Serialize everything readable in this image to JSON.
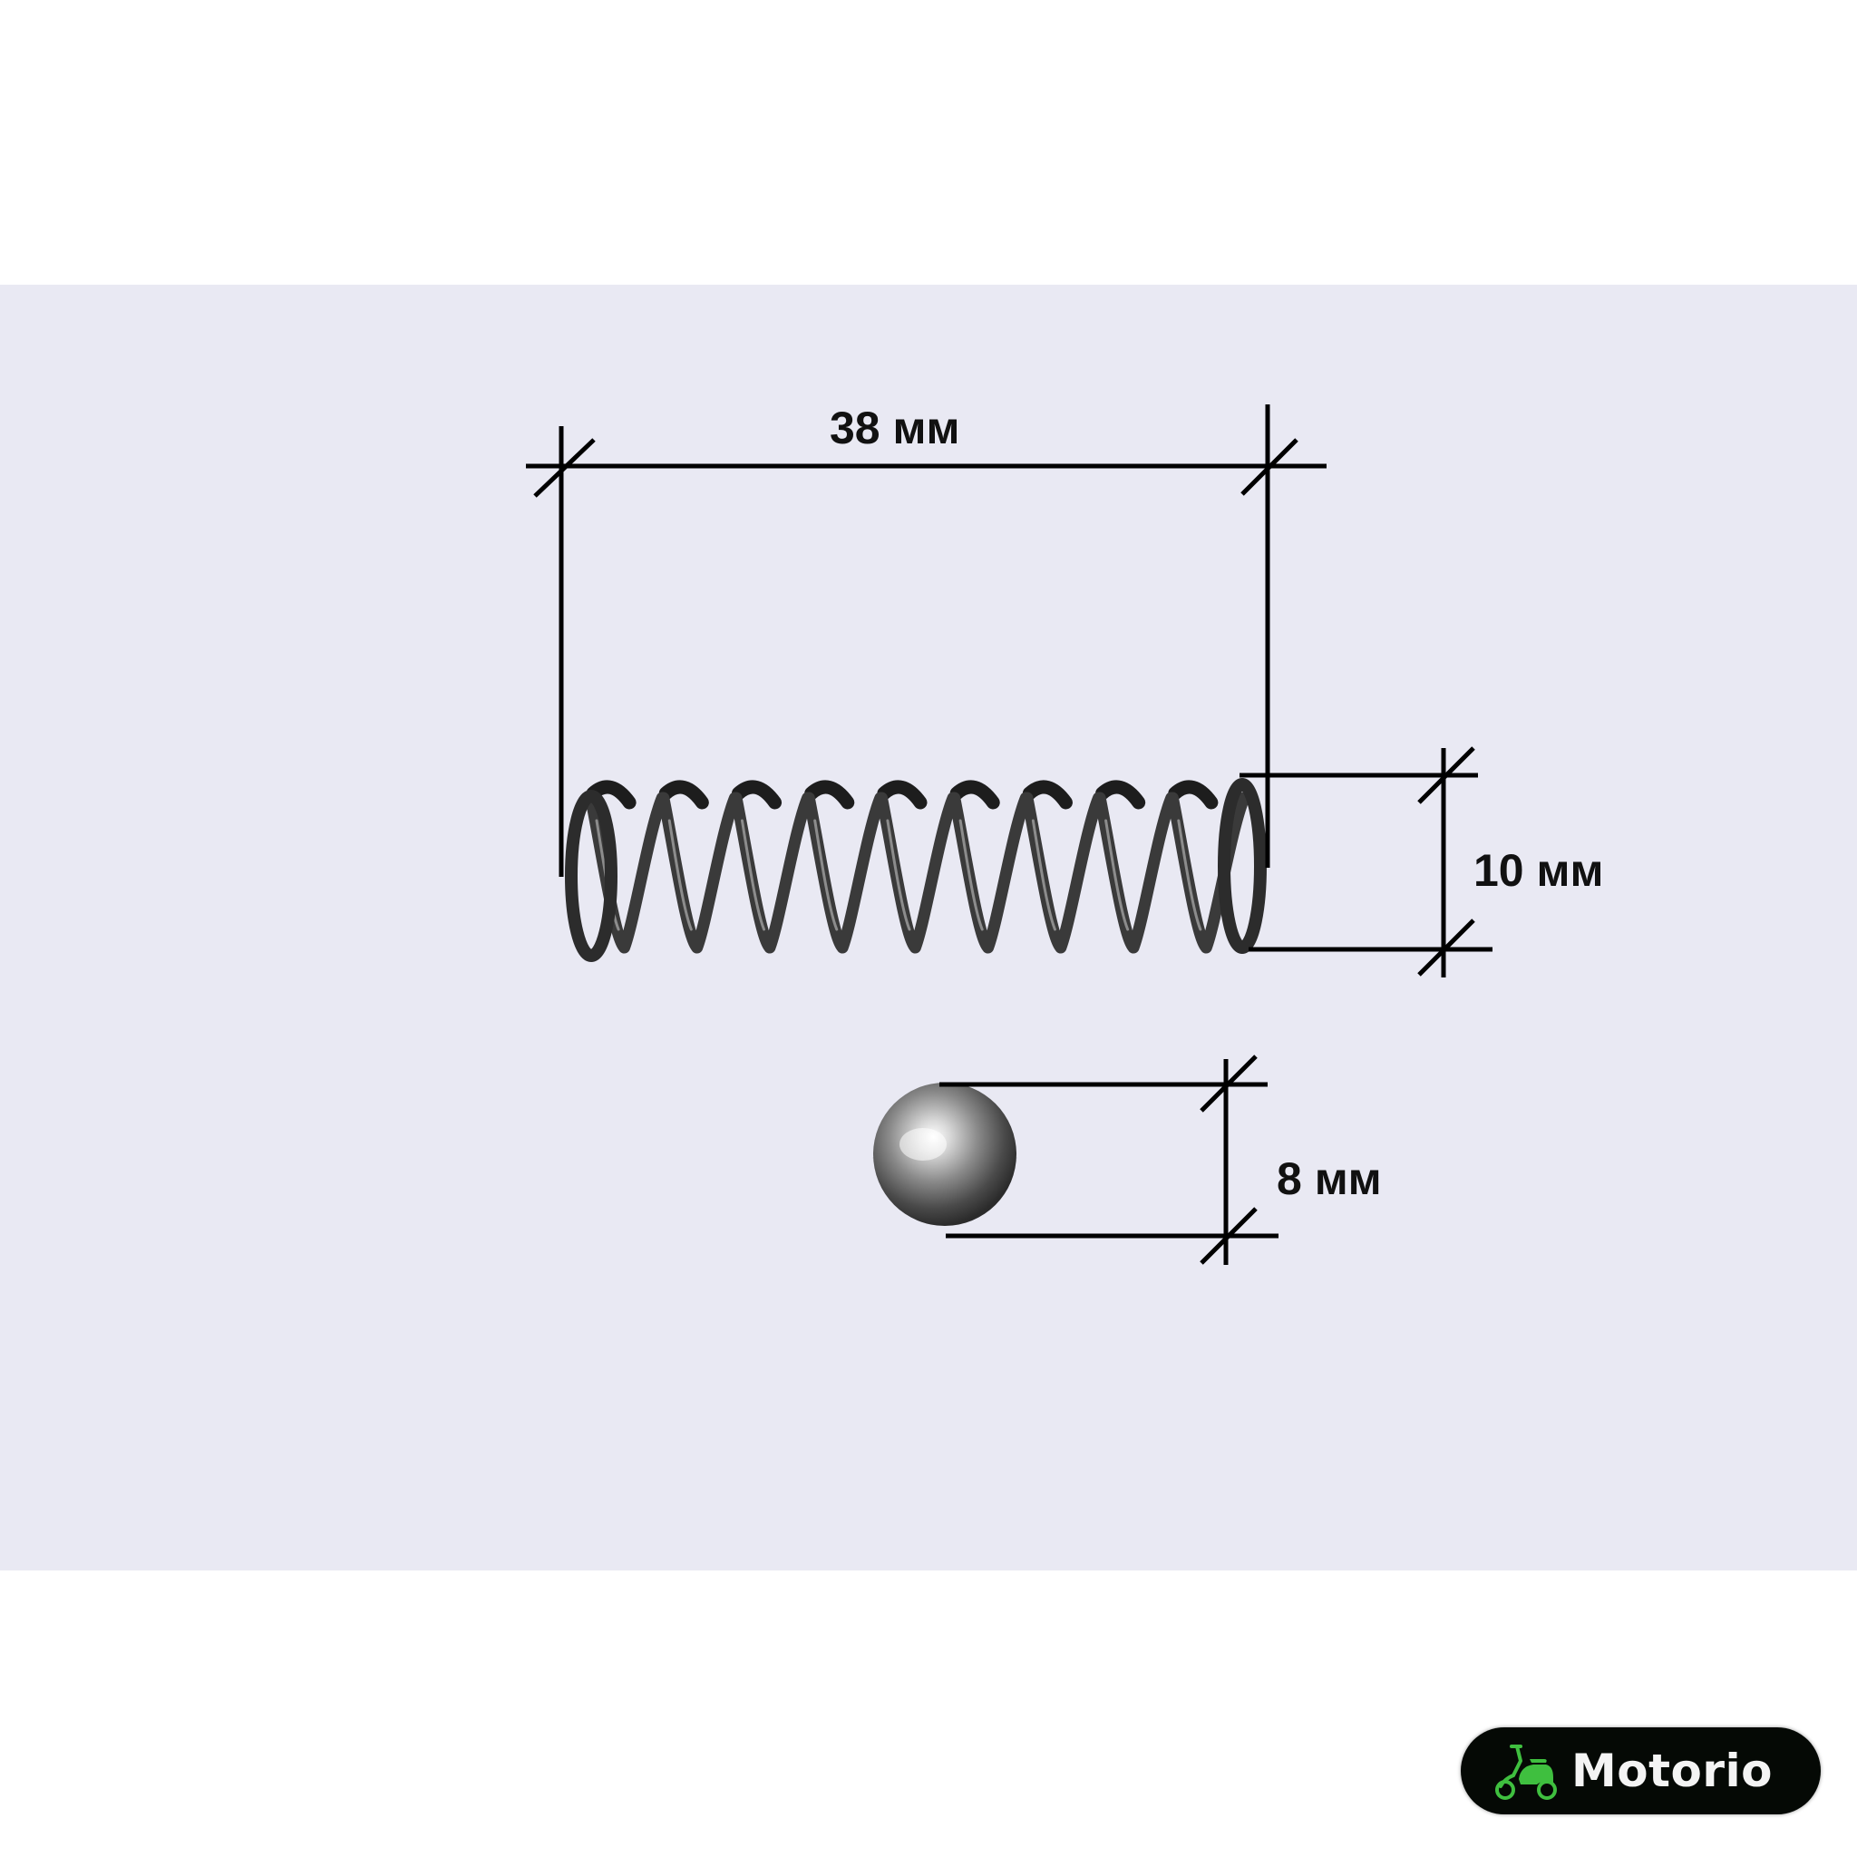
{
  "measurements": {
    "spring_length": "38 мм",
    "spring_outer_diameter": "10 мм",
    "ball_diameter": "8 мм"
  },
  "brand": {
    "name": "Motorio",
    "icon": "scooter-icon"
  },
  "colors": {
    "photo_background": "#e9e9f3",
    "dimension_lines": "#000000",
    "spring_steel": "#2a2a2a",
    "badge_background": "#050905",
    "badge_icon": "#3fbf3f",
    "badge_text": "#f4f4f4"
  }
}
